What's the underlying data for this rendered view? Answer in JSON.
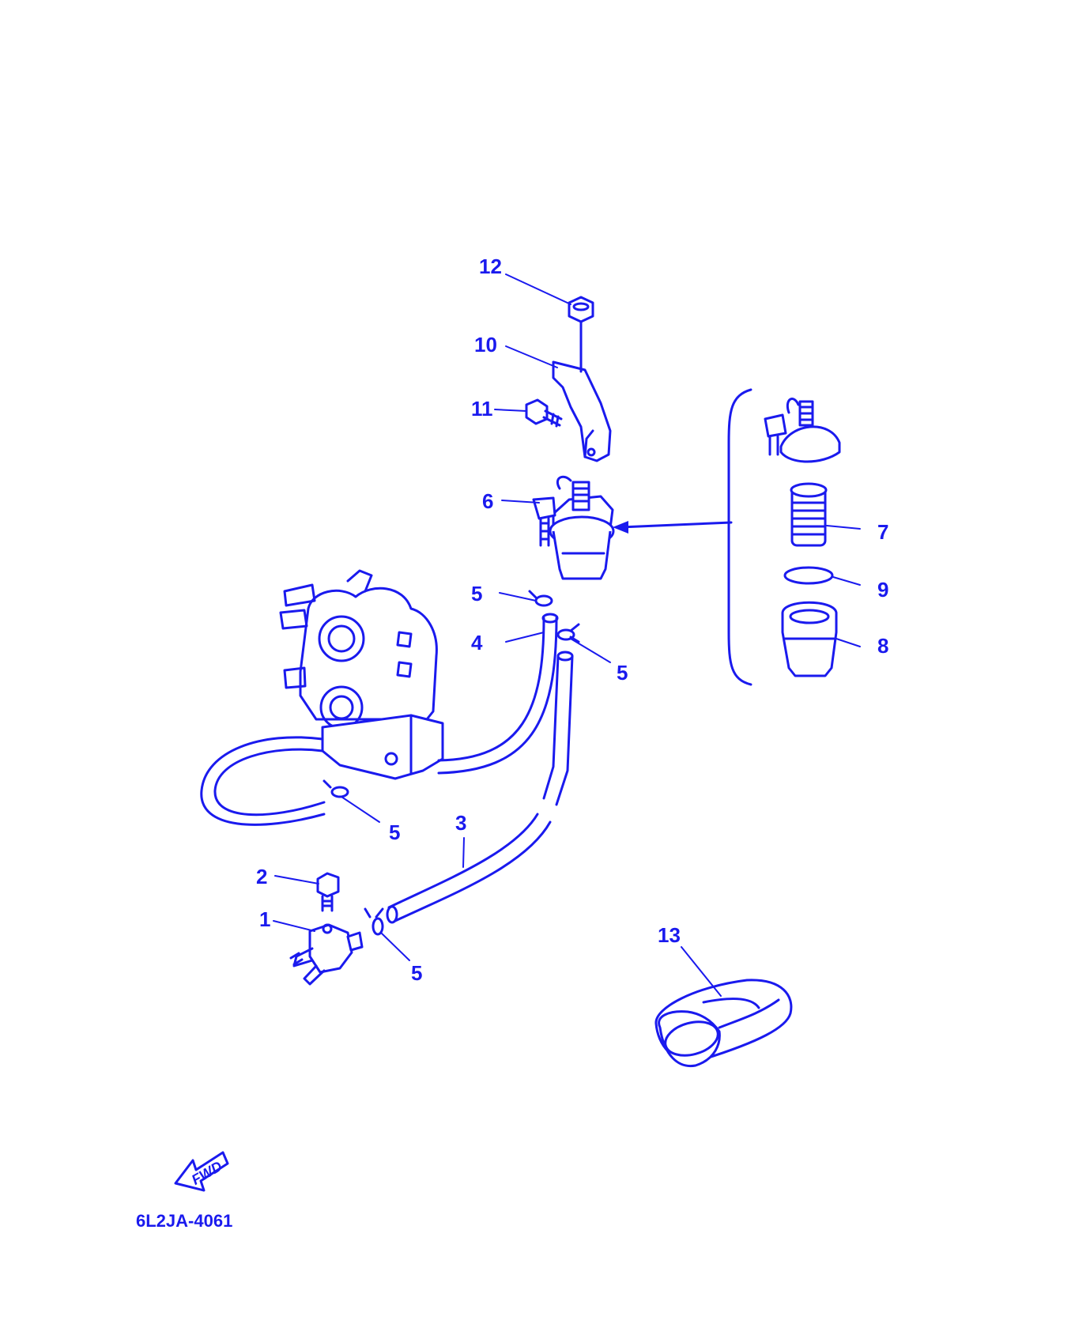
{
  "colors": {
    "ink": "#1a1aee",
    "background": "#ffffff"
  },
  "callouts": {
    "c1": "1",
    "c2": "2",
    "c3": "3",
    "c4": "4",
    "c5a": "5",
    "c5b": "5",
    "c5c": "5",
    "c5d": "5",
    "c6": "6",
    "c7": "7",
    "c8": "8",
    "c9": "9",
    "c10": "10",
    "c11": "11",
    "c12": "12",
    "c13": "13"
  },
  "fwd_indicator": {
    "label": "FWD",
    "icon": "fwd-arrow-icon"
  },
  "diagram_code": "6L2JA-4061"
}
